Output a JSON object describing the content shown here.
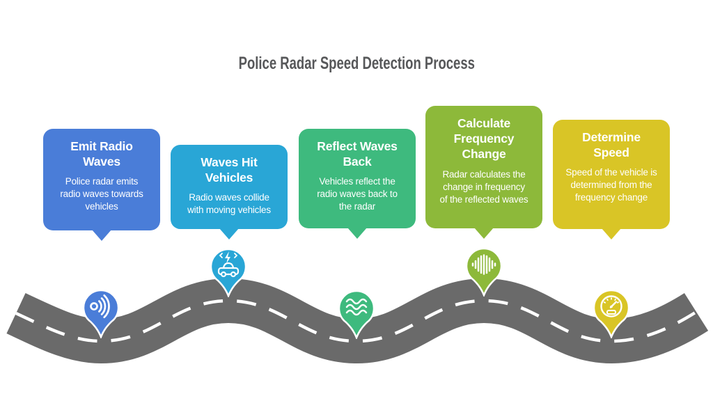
{
  "title": "Police Radar Speed Detection Process",
  "road": {
    "color": "#6a6a6a",
    "centerline_color": "#ffffff"
  },
  "steps": [
    {
      "title": "Emit Radio Waves",
      "body": "Police radar emits radio waves towards vehicles",
      "color": "#4a7dd8",
      "icon": "radio-waves-icon"
    },
    {
      "title": "Waves Hit Vehicles",
      "body": "Radio waves collide with moving vehicles",
      "color": "#29a6d6",
      "icon": "car-collision-icon"
    },
    {
      "title": "Reflect Waves Back",
      "body": "Vehicles reflect the radio waves back to the radar",
      "color": "#3eba7e",
      "icon": "reflected-waves-icon"
    },
    {
      "title": "Calculate Frequency Change",
      "body": "Radar calculates the change in frequency of the reflected waves",
      "color": "#8db93a",
      "icon": "frequency-bars-icon"
    },
    {
      "title": "Determine Speed",
      "body": "Speed of the vehicle is determined from the frequency change",
      "color": "#d9c526",
      "icon": "speedometer-icon"
    }
  ]
}
